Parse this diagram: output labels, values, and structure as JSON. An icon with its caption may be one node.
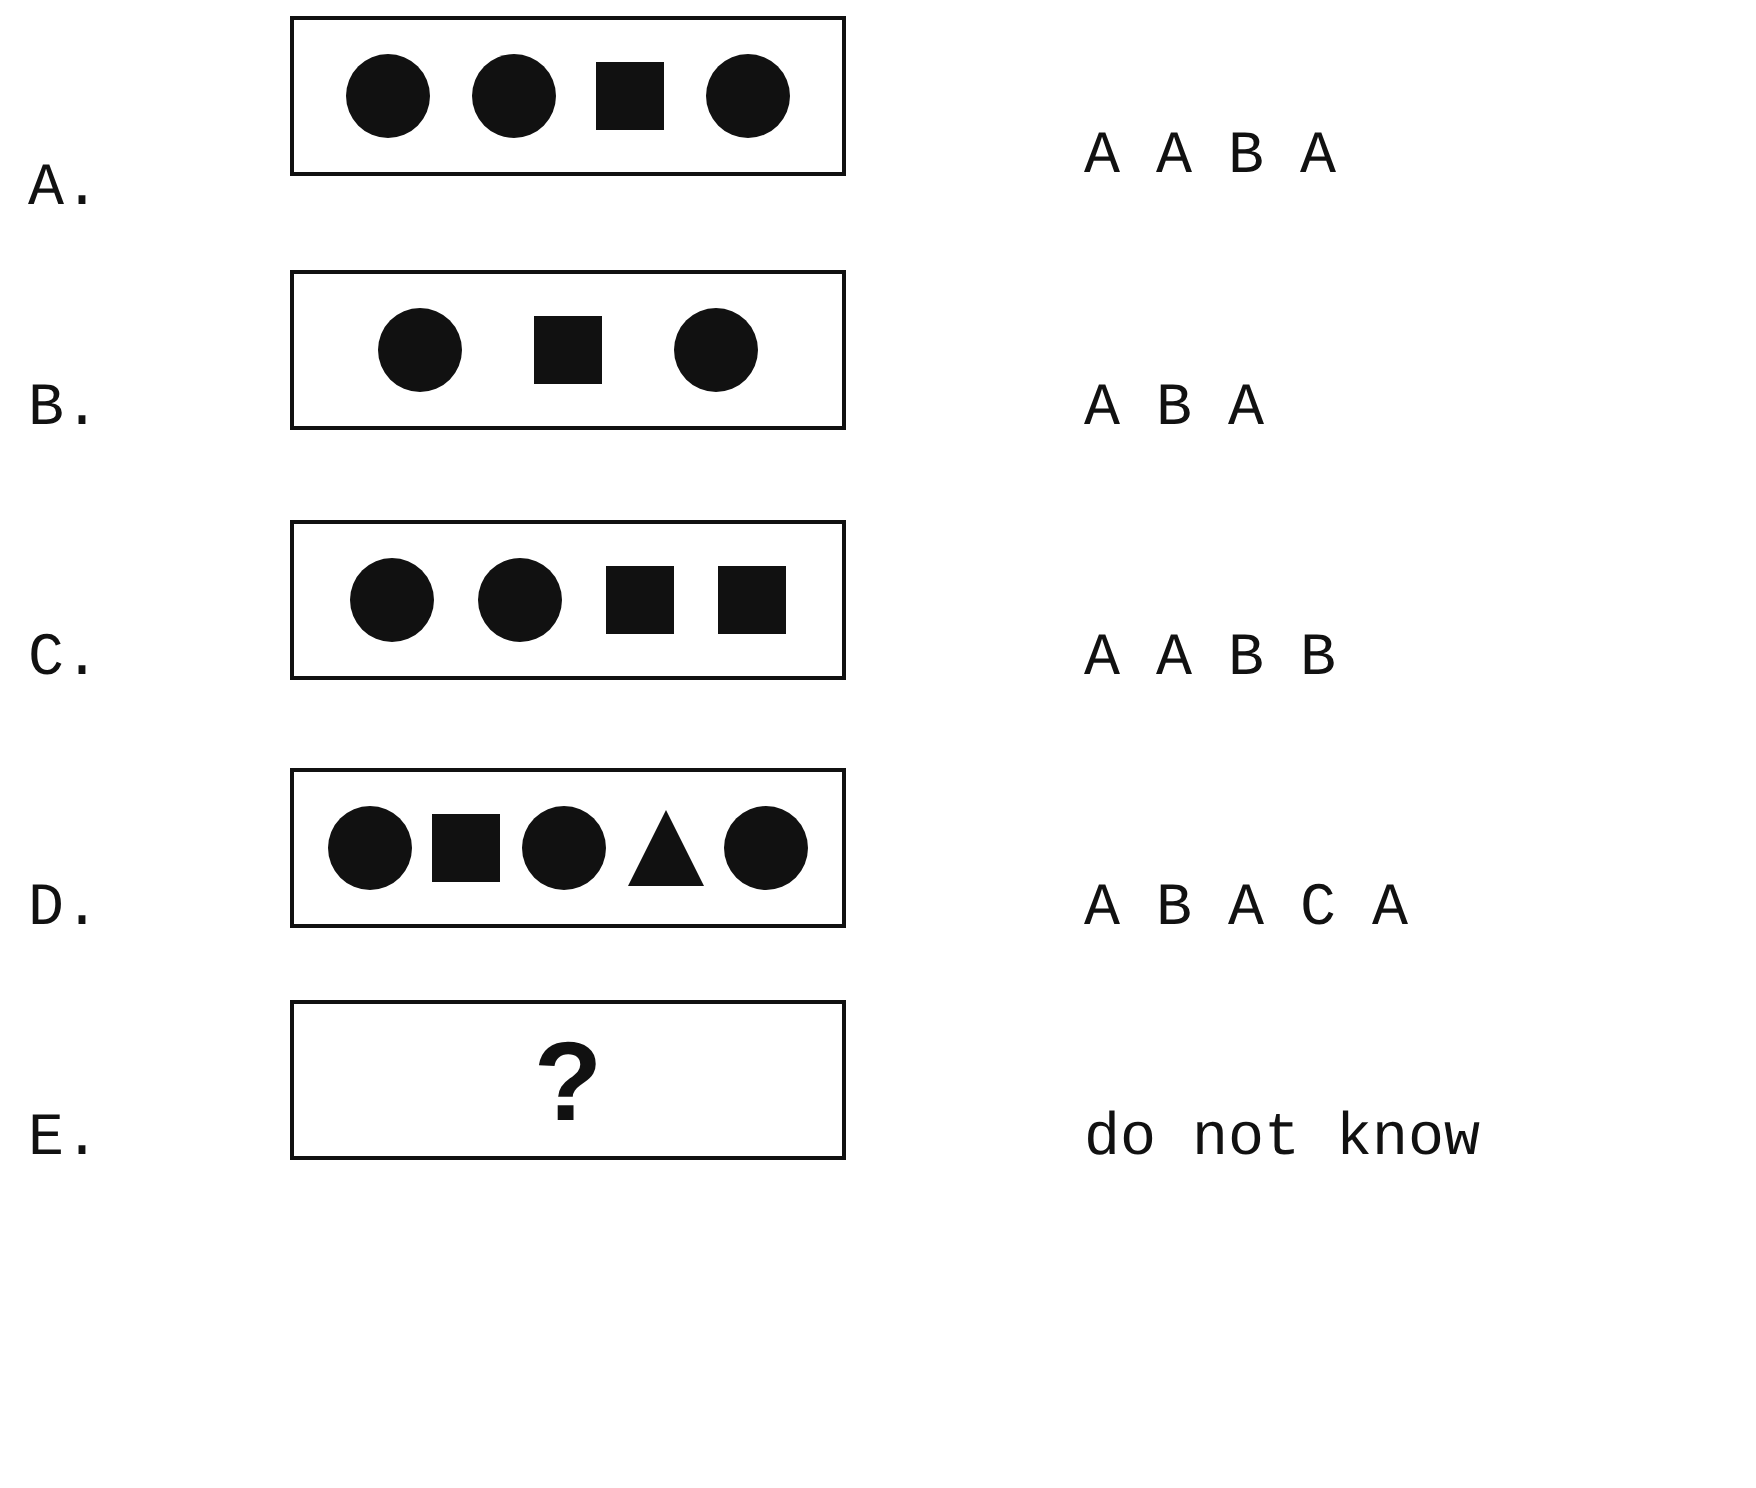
{
  "diagram": {
    "nodes": [
      {
        "text": [],
        "shape": "box",
        "beside": [
          "A."
        ]
      },
      {
        "text": [],
        "shape": "box",
        "beside": [
          "B."
        ]
      },
      {
        "text": [],
        "shape": "box",
        "beside": [
          "C."
        ]
      },
      {
        "text": [],
        "shape": "box",
        "beside": [
          "D."
        ]
      },
      {
        "text": [
          "?"
        ],
        "beside": [
          "E."
        ]
      }
    ],
    "labels": [
      "A A B A",
      "A B A",
      "A A B B",
      "A B A C A",
      "do not know"
    ]
  }
}
